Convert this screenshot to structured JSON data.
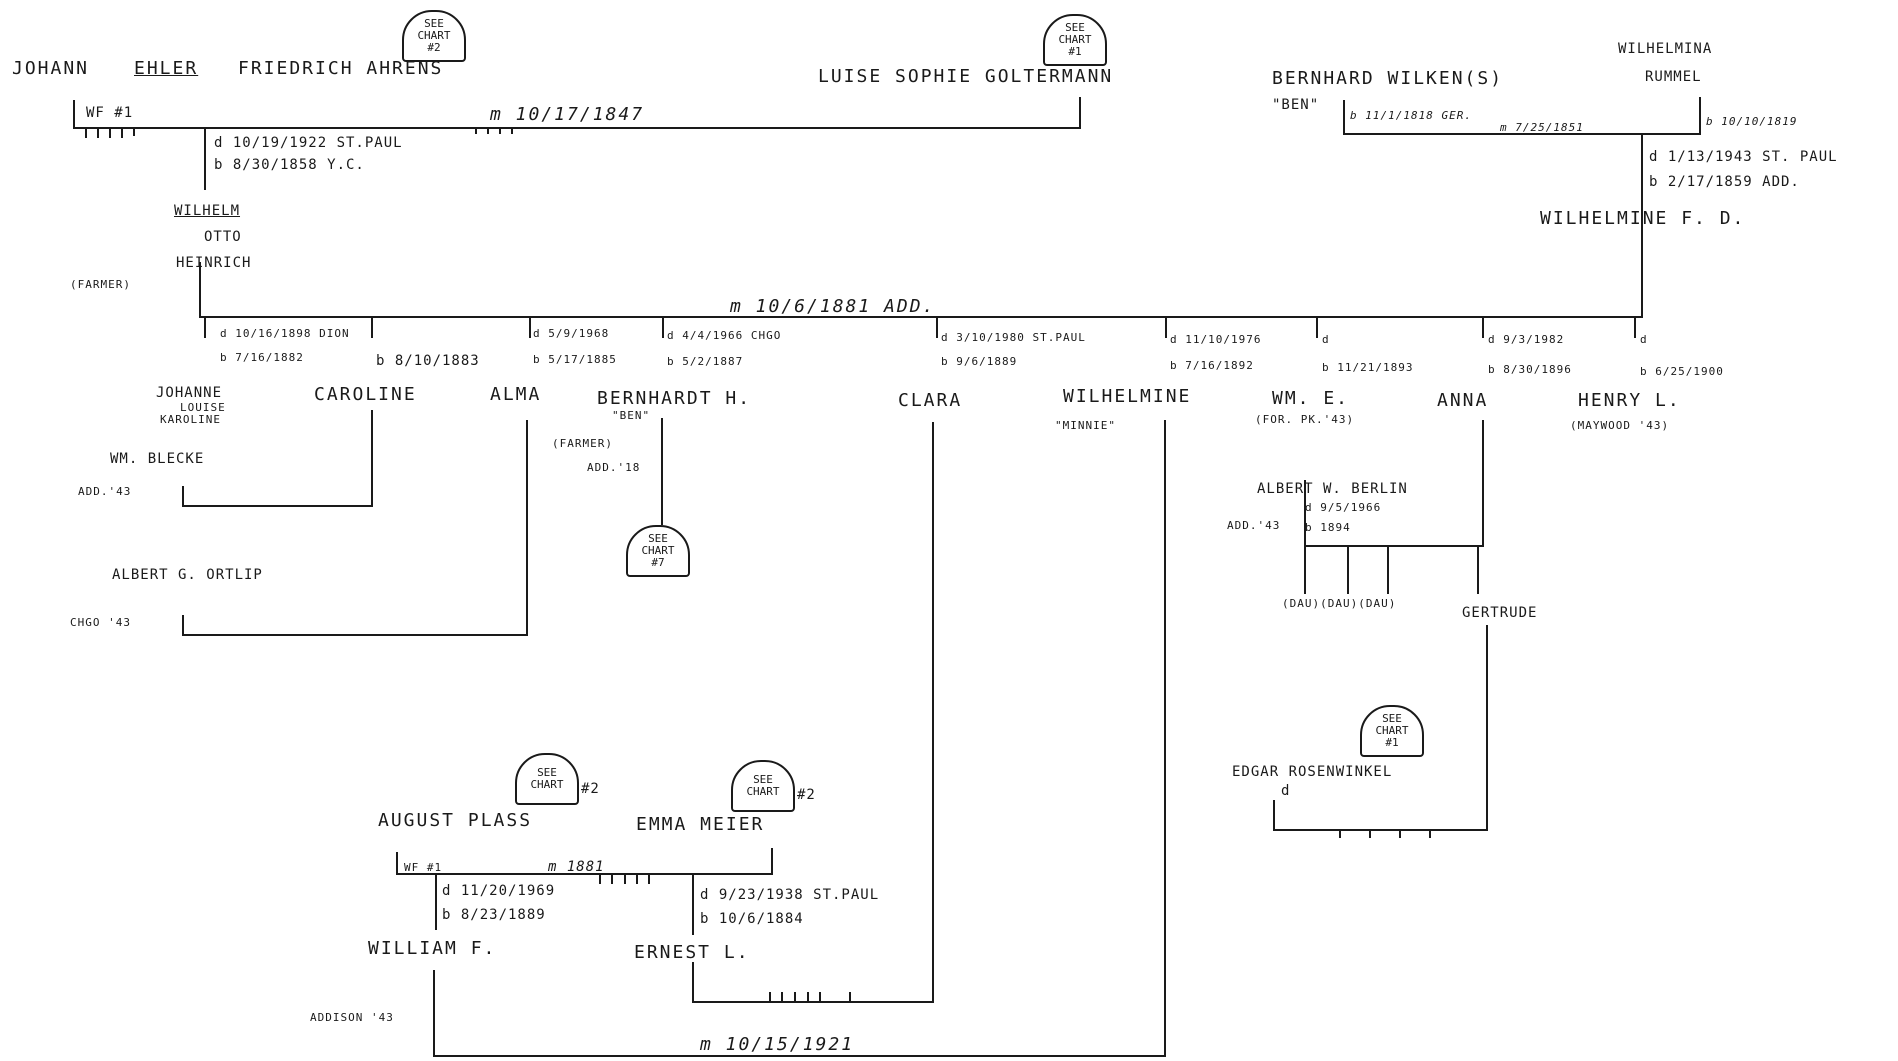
{
  "badges": {
    "see": "SEE",
    "chart": "CHART",
    "n2": "#2",
    "n1": "#1",
    "n7": "#7"
  },
  "gen1": {
    "johann_a": "JOHANN",
    "johann_b": "EHLER",
    "johann_c": "FRIEDRICH AHRENS",
    "wf1": "WF #1",
    "luise": "LUISE SOPHIE GOLTERMANN",
    "m1847": "m 10/17/1847",
    "wilhelm_d": "d 10/19/1922 ST.PAUL",
    "wilhelm_b": "b 8/30/1858 Y.C.",
    "bernhard": "BERNHARD WILKEN(S)",
    "ben": "\"BEN\"",
    "bernhard_b": "b 11/1/1818 GER.",
    "m1851": "m 7/25/1851",
    "wilhelmina_1": "WILHELMINA",
    "wilhelmina_2": "RUMMEL",
    "wilhelmina_b": "b 10/10/1819",
    "wilhelmine_d": "d 1/13/1943 ST. PAUL",
    "wilhelmine_b": "b 2/17/1859 ADD."
  },
  "gen2": {
    "wilhelm": "WILHELM",
    "otto": "OTTO",
    "heinrich": "HEINRICH",
    "farmer": "(FARMER)",
    "wilhelmine_fd": "WILHELMINE F. D.",
    "m1881": "m 10/6/1881 ADD."
  },
  "kids": {
    "k1_d": "d 10/16/1898 DION",
    "k1_b": "b 7/16/1882",
    "k1_n1": "JOHANNE",
    "k1_n2": "LOUISE",
    "k1_n3": "KAROLINE",
    "k2_b": "b 8/10/1883",
    "k2_n": "CAROLINE",
    "k3_d": "d 5/9/1968",
    "k3_b": "b 5/17/1885",
    "k3_n": "ALMA",
    "k4_d": "d 4/4/1966 CHGO",
    "k4_b": "b 5/2/1887",
    "k4_n": "BERNHARDT H.",
    "k4_ben": "\"BEN\"",
    "k4_farmer": "(FARMER)",
    "k4_add": "ADD.'18",
    "k5_d": "d 3/10/1980 ST.PAUL",
    "k5_b": "b 9/6/1889",
    "k5_n": "CLARA",
    "k6_n": "WILHELMINE",
    "k6_minnie": "\"MINNIE\"",
    "k7_d": "d 11/10/1976",
    "k7_b": "b 7/16/1892",
    "k7_n": "WM. E.",
    "k7_for": "(FOR. PK.'43)",
    "k8_d": "d",
    "k8_b": "b 11/21/1893",
    "k8_n": "ANNA",
    "k9_d": "d 9/3/1982",
    "k9_b": "b 8/30/1896",
    "k10_d": "d",
    "k10_b": "b 6/25/1900",
    "k10_n": "HENRY L.",
    "k10_maywood": "(MAYWOOD '43)"
  },
  "spouses": {
    "blecke": "WM. BLECKE",
    "blecke_add": "ADD.'43",
    "ortlip": "ALBERT G. ORTLIP",
    "ortlip_chgo": "CHGO '43",
    "berlin": "ALBERT W. BERLIN",
    "berlin_d": "d 9/5/1966",
    "berlin_b": "b 1894",
    "berlin_add": "ADD.'43",
    "dau": "(DAU)(DAU)(DAU)",
    "gertrude": "GERTRUDE",
    "edgar": "EDGAR ROSENWINKEL",
    "edgar_d": "d"
  },
  "lower": {
    "august": "AUGUST PLASS",
    "emma": "EMMA MEIER",
    "wf1": "WF #1",
    "m1881": "m 1881",
    "william_d": "d 11/20/1969",
    "william_b": "b 8/23/1889",
    "ernest_d": "d 9/23/1938 ST.PAUL",
    "ernest_b": "b 10/6/1884",
    "william": "WILLIAM F.",
    "ernest": "ERNEST L.",
    "addison": "ADDISON '43",
    "m1921": "m 10/15/1921"
  }
}
